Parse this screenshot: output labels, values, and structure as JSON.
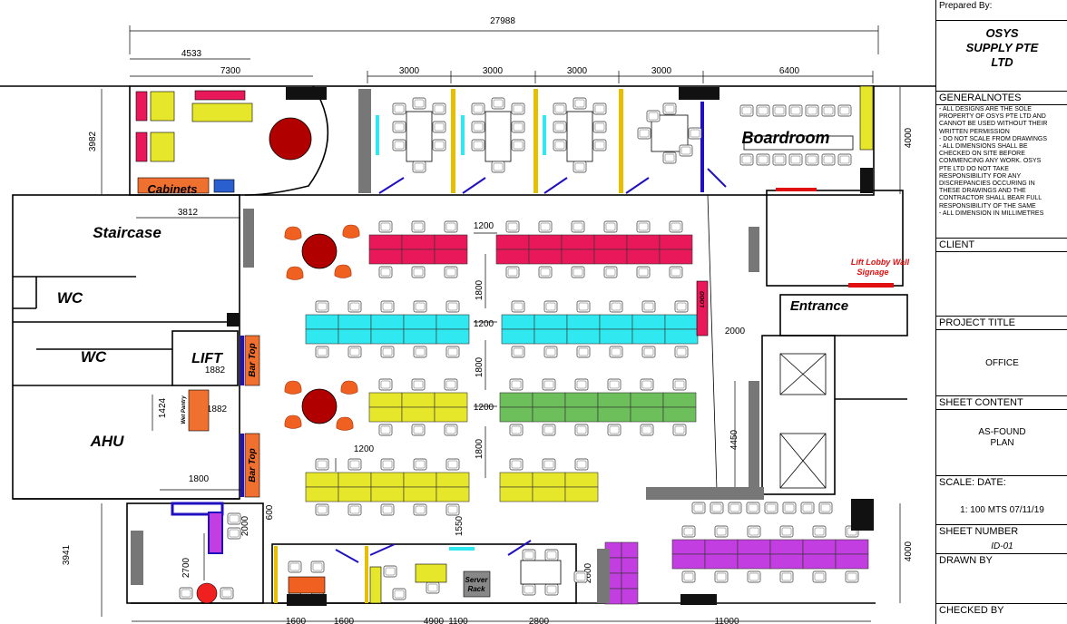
{
  "rooms": {
    "boardroom": "Boardroom",
    "staircase": "Staircase",
    "wc1": "WC",
    "wc2": "WC",
    "lift": "LIFT",
    "ahu": "AHU",
    "entrance": "Entrance",
    "cabinets": "Cabinets",
    "bar_top_1": "Bar Top",
    "bar_top_2": "Bar Top",
    "wet_pantry": "Wet Pantry",
    "server_rack_1": "Server",
    "server_rack_2": "Rack",
    "lift_lobby_1": "Lift Lobby  Wall",
    "lift_lobby_2": "Signage",
    "logo": "LOGO"
  },
  "dimensions": {
    "overall": "27988",
    "d4533": "4533",
    "d7300": "7300",
    "room1": "3000",
    "room2": "3000",
    "room3": "3000",
    "room4": "3000",
    "board": "6400",
    "left_top": "3982",
    "right_top": "4000",
    "stair": "3812",
    "a1200": "1200",
    "a1800": "1800",
    "b1200": "1200",
    "c1800": "1800",
    "d1200": "1200",
    "e1800": "1800",
    "f1200": "1200",
    "d2000": "2000",
    "d4450": "4450",
    "d1882a": "1882",
    "d1882b": "1882",
    "d1424": "1424",
    "d1800b": "1800",
    "d600": "600",
    "d2000b": "2000",
    "d2700": "2700",
    "d1550": "1550",
    "d2600": "2600",
    "left_bottom": "3941",
    "right_bottom": "4000",
    "b1600a": "1600",
    "b1600b": "1600",
    "b4900": "4900",
    "b1100": "1100",
    "b2800": "2800",
    "b11000": "11000"
  },
  "colors": {
    "red_round": "#b00000",
    "orange_chair": "#f06020",
    "pink": "#e8185a",
    "cyan": "#30e8f0",
    "yellow": "#e6e62a",
    "green": "#6cbf5a",
    "purple": "#c23ee0",
    "blue": "#2010c0",
    "cabinet_orange": "#f07030",
    "lift_sign": "#e01010"
  },
  "title_block": {
    "prepared_by": "Prepared By:",
    "firm_1": "OSYS",
    "firm_2": "SUPPLY PTE",
    "firm_3": "LTD",
    "general_notes_label": "GENERALNOTES",
    "notes": [
      "- ALL DESIGNS ARE THE SOLE",
      "PROPERTY OF OSYS PTE LTD AND",
      "CANNOT BE USED WITHOUT THEIR",
      "WRITTEN PERMISSION",
      "- DO NOT SCALE FROM DRAWINGS",
      "- ALL DIMENSIONS SHALL BE",
      "CHECKED ON SITE BEFORE",
      "COMMENCING ANY WORK. OSYS",
      "PTE LTD DO NOT TAKE",
      "RESPONSIBILITY FOR ANY",
      "DISCREPANCIES OCCURING IN",
      "THESE DRAWINGS AND THE",
      "CONTRACTOR SHALL BEAR FULL",
      "RESPONSIBILITY OF THE SAME",
      "- ALL DIMENSION IN MILLIMETRES"
    ],
    "client_label": "CLIENT",
    "project_title_label": "PROJECT TITLE",
    "project_title": "OFFICE",
    "sheet_content_label": "SHEET CONTENT",
    "sheet_content_1": "AS-FOUND",
    "sheet_content_2": "PLAN",
    "scale_label": "SCALE: DATE:",
    "scale_value": "1: 100 MTS    07/11/19",
    "sheet_number_label": "SHEET NUMBER",
    "sheet_number": "ID-01",
    "drawn_by_label": "DRAWN BY",
    "checked_by_label": "CHECKED BY"
  }
}
